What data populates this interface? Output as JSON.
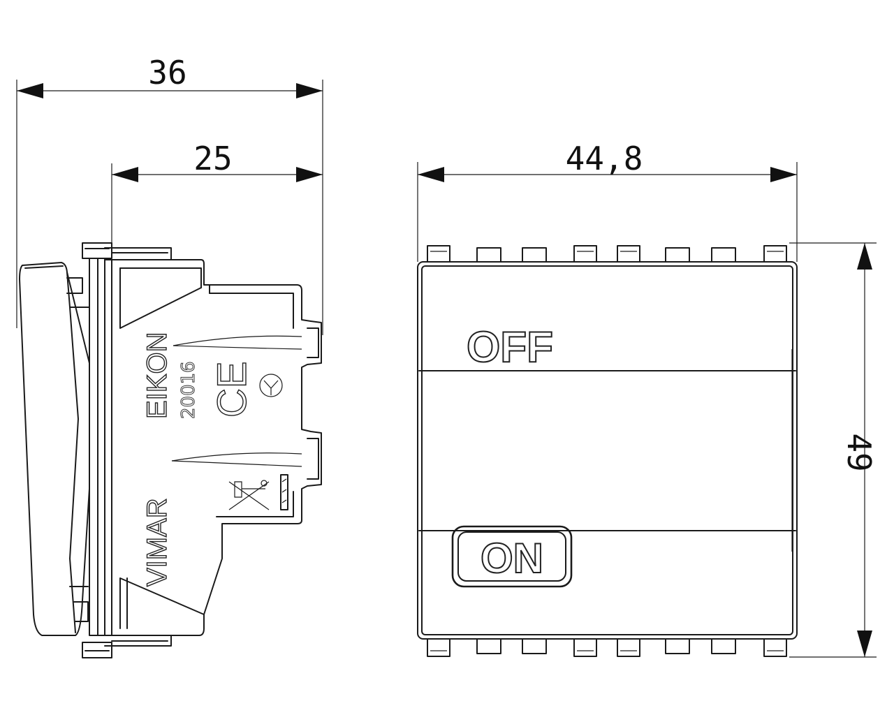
{
  "dimensions": {
    "depth_total": "36",
    "depth_body": "25",
    "width": "44,8",
    "height": "49"
  },
  "side_view": {
    "brand_top": "EIKON",
    "brand_bottom": "VIMAR",
    "approval_code": "20016",
    "marks": [
      "CE"
    ]
  },
  "front_view": {
    "label_off": "OFF",
    "label_on": "ON"
  }
}
